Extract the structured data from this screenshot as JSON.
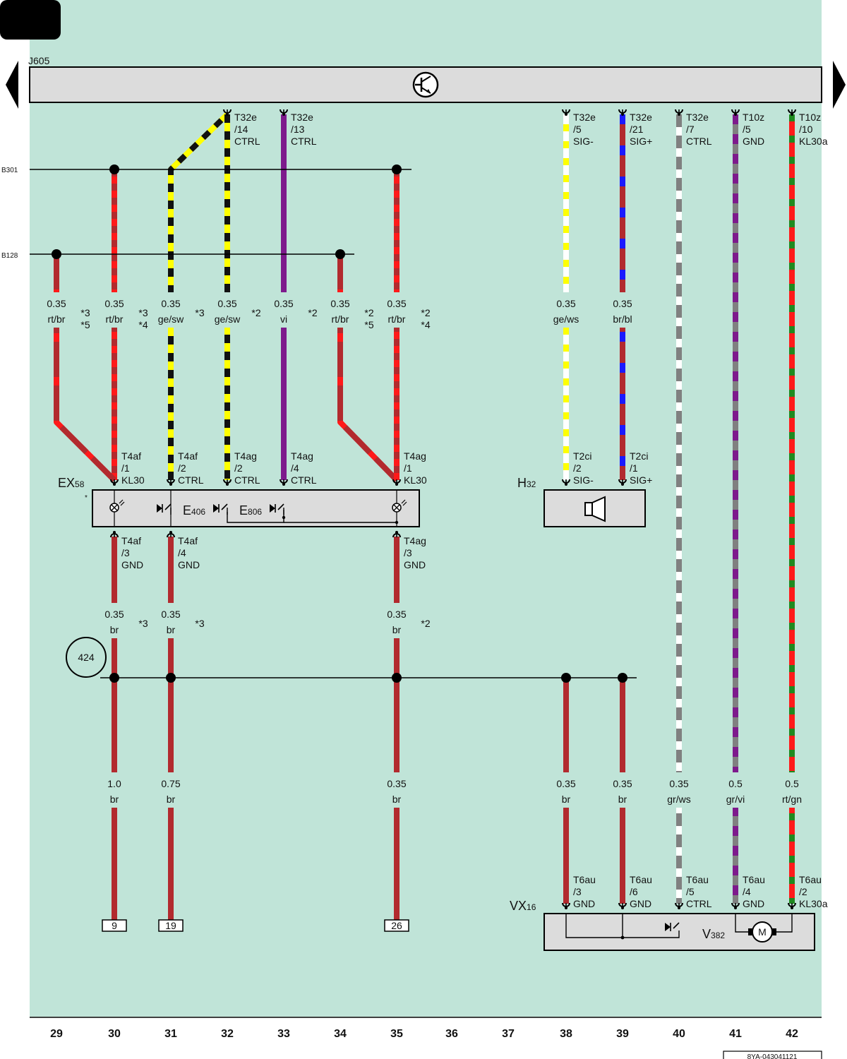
{
  "doc_code": "8YA-043041121",
  "control_unit": {
    "name": "J605"
  },
  "buses": [
    {
      "label": "B301"
    },
    {
      "label": "B128"
    }
  ],
  "ground_point": "424",
  "columns": [
    "29",
    "30",
    "31",
    "32",
    "33",
    "34",
    "35",
    "36",
    "37",
    "38",
    "39",
    "40",
    "41",
    "42"
  ],
  "components": {
    "ex58": {
      "label": "EX",
      "sub": "58",
      "star": "*"
    },
    "e406": {
      "label": "E",
      "sub": "406"
    },
    "e806": {
      "label": "E",
      "sub": "806"
    },
    "h32": {
      "label": "H",
      "sub": "32"
    },
    "vx16": {
      "label": "VX",
      "sub": "16"
    },
    "v382": {
      "label": "V",
      "sub": "382"
    },
    "motor": "M"
  },
  "top_pins": [
    {
      "lines": [
        "T32e",
        "/14",
        "CTRL"
      ]
    },
    {
      "lines": [
        "T32e",
        "/13",
        "CTRL"
      ]
    },
    {
      "lines": [
        "T32e",
        "/5",
        "SIG-"
      ]
    },
    {
      "lines": [
        "T32e",
        "/21",
        "SIG+"
      ]
    },
    {
      "lines": [
        "T32e",
        "/7",
        "CTRL"
      ]
    },
    {
      "lines": [
        "T10z",
        "/5",
        "GND"
      ]
    },
    {
      "lines": [
        "T10z",
        "/10",
        "KL30a"
      ]
    }
  ],
  "wire_labels_upper": [
    {
      "size": "0.35",
      "color": "rt/br",
      "note": [
        "*3",
        "*5"
      ]
    },
    {
      "size": "0.35",
      "color": "rt/br",
      "note": [
        "*3",
        "*4"
      ]
    },
    {
      "size": "0.35",
      "color": "ge/sw",
      "note": [
        "*3"
      ]
    },
    {
      "size": "0.35",
      "color": "ge/sw",
      "note": [
        "*2"
      ]
    },
    {
      "size": "0.35",
      "color": "vi",
      "note": [
        "*2"
      ]
    },
    {
      "size": "0.35",
      "color": "rt/br",
      "note": [
        "*2",
        "*5"
      ]
    },
    {
      "size": "0.35",
      "color": "rt/br",
      "note": [
        "*2",
        "*4"
      ]
    },
    {
      "size": "0.35",
      "color": "ge/ws",
      "note": []
    },
    {
      "size": "0.35",
      "color": "br/bl",
      "note": []
    }
  ],
  "ex58_top_pins": [
    {
      "lines": [
        "T4af",
        "/1",
        "KL30"
      ]
    },
    {
      "lines": [
        "T4af",
        "/2",
        "CTRL"
      ]
    },
    {
      "lines": [
        "T4ag",
        "/2",
        "CTRL"
      ]
    },
    {
      "lines": [
        "T4ag",
        "/4",
        "CTRL"
      ]
    },
    {
      "lines": [
        "T4ag",
        "/1",
        "KL30"
      ]
    }
  ],
  "h32_pins": [
    {
      "lines": [
        "T2ci",
        "/2",
        "SIG-"
      ]
    },
    {
      "lines": [
        "T2ci",
        "/1",
        "SIG+"
      ]
    }
  ],
  "ex58_bottom_pins": [
    {
      "lines": [
        "T4af",
        "/3",
        "GND"
      ]
    },
    {
      "lines": [
        "T4af",
        "/4",
        "GND"
      ]
    },
    {
      "lines": [
        "T4ag",
        "/3",
        "GND"
      ]
    }
  ],
  "wire_labels_mid": [
    {
      "size": "0.35",
      "color": "br",
      "note": [
        "*3"
      ]
    },
    {
      "size": "0.35",
      "color": "br",
      "note": [
        "*3"
      ]
    },
    {
      "size": "0.35",
      "color": "br",
      "note": [
        "*2"
      ]
    }
  ],
  "wire_labels_lower": [
    {
      "size": "1.0",
      "color": "br"
    },
    {
      "size": "0.75",
      "color": "br"
    },
    {
      "size": "0.35",
      "color": "br"
    },
    {
      "size": "0.35",
      "color": "br"
    },
    {
      "size": "0.35",
      "color": "br"
    },
    {
      "size": "0.35",
      "color": "gr/ws"
    },
    {
      "size": "0.5",
      "color": "gr/vi"
    },
    {
      "size": "0.5",
      "color": "rt/gn"
    }
  ],
  "vx16_pins": [
    {
      "lines": [
        "T6au",
        "/3",
        "GND"
      ]
    },
    {
      "lines": [
        "T6au",
        "/6",
        "GND"
      ]
    },
    {
      "lines": [
        "T6au",
        "/5",
        "CTRL"
      ]
    },
    {
      "lines": [
        "T6au",
        "/4",
        "GND"
      ]
    },
    {
      "lines": [
        "T6au",
        "/2",
        "KL30a"
      ]
    }
  ],
  "connector_refs": [
    "9",
    "19",
    "26"
  ],
  "colors": {
    "background": "#c0e4d8",
    "bar": "#dcdcdc",
    "rt": "#ff1a1a",
    "br": "#b22a2e",
    "ge": "#ffff00",
    "sw": "#111111",
    "vi": "#7d1a8c",
    "ws": "#ffffff",
    "bl": "#1a1aff",
    "gr": "#808080",
    "gn": "#1f8a1f"
  }
}
